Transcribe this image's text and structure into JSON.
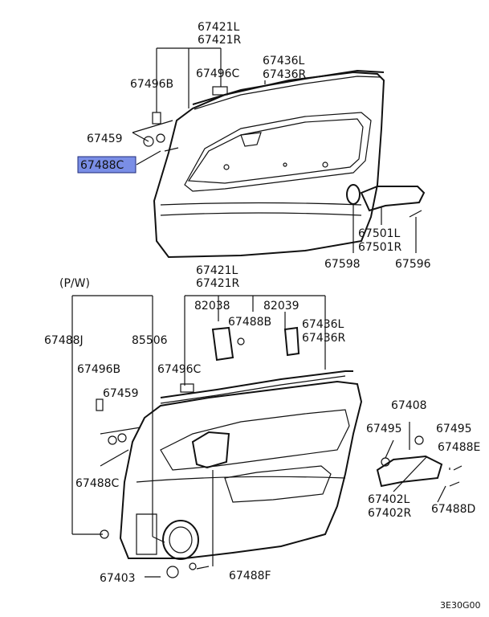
{
  "labels": {
    "top": {
      "p67421l": "67421L",
      "p67421r": "67421R",
      "p67496c": "67496C",
      "p67496b": "67496B",
      "p67436l": "67436L",
      "p67436r": "67436R",
      "p67459": "67459",
      "p67488c": "67488C",
      "p67501l": "67501L",
      "p67501r": "67501R",
      "p67598": "67598",
      "p67596": "67596"
    },
    "bottom": {
      "pw": "(P/W)",
      "p67421l": "67421L",
      "p67421r": "67421R",
      "p82038": "82038",
      "p82039": "82039",
      "p67488b": "67488B",
      "p67436l": "67436L",
      "p67436r": "67436R",
      "p67488j": "67488J",
      "p85506": "85506",
      "p67496b": "67496B",
      "p67496c": "67496C",
      "p67459": "67459",
      "p67488c": "67488C",
      "p67408": "67408",
      "p67495a": "67495",
      "p67495b": "67495",
      "p67488e": "67488E",
      "p67402l": "67402L",
      "p67402r": "67402R",
      "p67488d": "67488D",
      "p67403": "67403",
      "p67488f": "67488F"
    },
    "code": "3E30G00"
  },
  "highlight_color": "#7a8ee6"
}
